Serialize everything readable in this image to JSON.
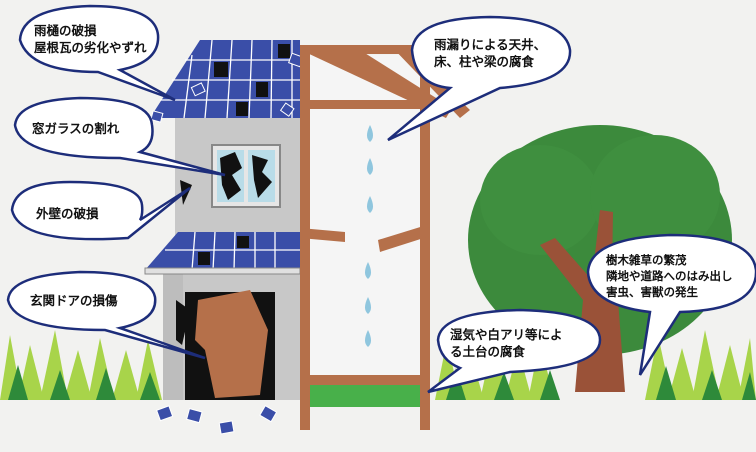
{
  "colors": {
    "bubble_fill": "#ffffff",
    "bubble_stroke": "#1d2d7a",
    "roof_tile": "#3a4ea8",
    "wall": "#c8c8c8",
    "frame": "#b5704a",
    "tree_green": "#3c8a3c",
    "trunk": "#9a5238",
    "ground_green": "#48b04a",
    "grass_light": "#a8d44a",
    "grass_dark": "#2e8a3a",
    "water_drop": "#8fc6de"
  },
  "icons": [
    "speech-bubble",
    "water-drop-icon",
    "broken-glass-icon",
    "fallen-tile-icon"
  ],
  "callouts": {
    "gutter": {
      "line1": "雨樋の破損",
      "line2": "屋根瓦の劣化やずれ"
    },
    "window": {
      "line1": "窓ガラスの割れ"
    },
    "wall": {
      "line1": "外壁の破損"
    },
    "door": {
      "line1": "玄関ドアの損傷"
    },
    "leak": {
      "line1": "雨漏りによる天井、",
      "line2": "床、柱や梁の腐食"
    },
    "termite": {
      "line1": "湿気や白アリ等によ",
      "line2": "る土台の腐食"
    },
    "tree": {
      "line1": "樹木雑草の繁茂",
      "line2": "隣地や道路へのはみ出し",
      "line3": "害虫、害獣の発生"
    }
  }
}
